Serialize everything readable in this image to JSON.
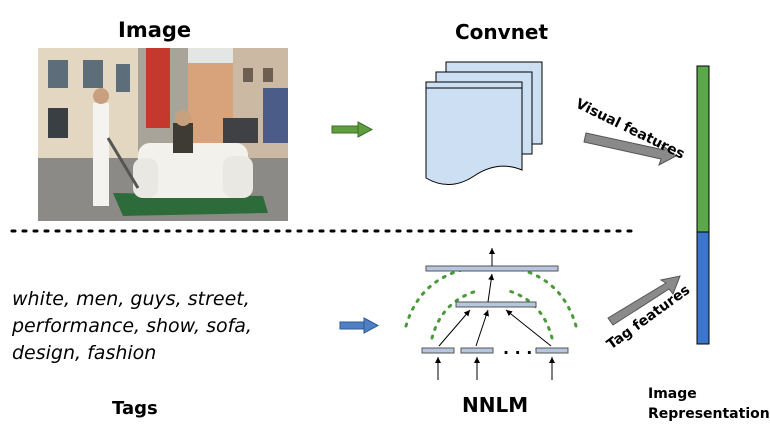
{
  "titles": {
    "image": "Image",
    "convnet": "Convnet",
    "tags": "Tags",
    "nnlm": "NNLM"
  },
  "tags_text": [
    "white, men, guys, street,",
    "performance, show, sofa,",
    "design, fashion"
  ],
  "labels": {
    "visual_features": "Visual features",
    "tag_features": "Tag features",
    "ellipsis": ". . .",
    "representation_line1": "Image",
    "representation_line2": "Representation"
  },
  "colors": {
    "green_arrow": "#5f9e3e",
    "blue_arrow": "#4f7fc4",
    "visual_segment": "#5aa84a",
    "tag_segment": "#3a76cc",
    "dotted_green": "#4a9a3a",
    "node_fill": "#b5c7df",
    "page_fill": "#cde0f3",
    "gray_arrow": "#8a8a8a"
  }
}
